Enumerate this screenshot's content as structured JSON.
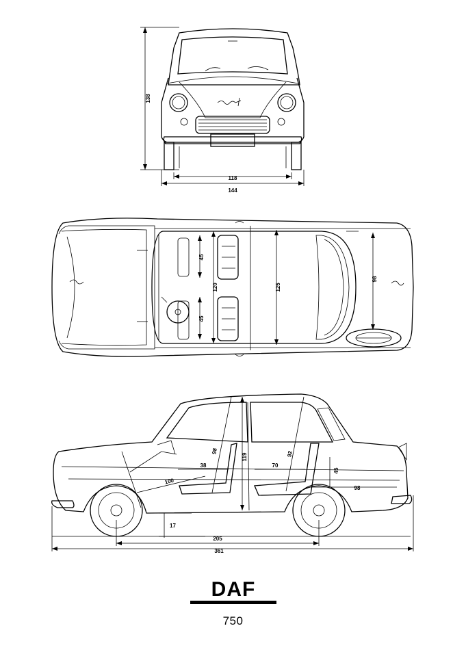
{
  "front_view": {
    "height_dim": "138",
    "track_dim": "118",
    "width_dim": "144"
  },
  "top_view": {
    "seat_front_dim": "45",
    "seat_rear_dim": "45",
    "front_interior_width_dim": "120",
    "rear_interior_width_dim": "125",
    "trunk_width_dim": "98"
  },
  "side_view": {
    "front_headroom_dim": "98",
    "rear_headroom_dim": "92",
    "interior_height_dim": "119",
    "front_legroom_dim": "38",
    "rear_legroom_dim": "70",
    "pedal_dim": "100",
    "rear_seat_height_dim": "45",
    "trunk_length_dim": "98",
    "ground_clearance_dim": "17",
    "wheelbase_dim": "205",
    "overall_length_dim": "361"
  },
  "brand": {
    "logo_text": "DAF",
    "model": "750"
  }
}
